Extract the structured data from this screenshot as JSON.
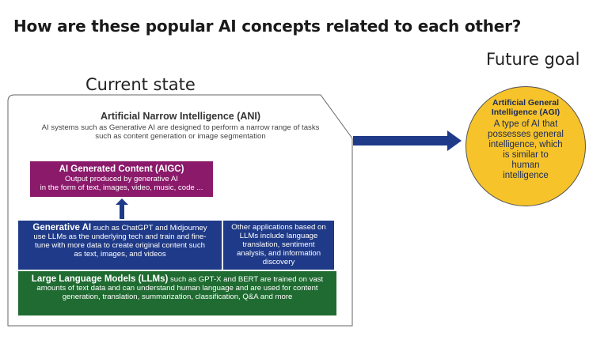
{
  "title": "How are these popular AI concepts related to each other?",
  "current_label": "Current state",
  "future_label": "Future goal",
  "ani": {
    "heading": "Artificial Narrow Intelligence (ANI)",
    "desc_line1": "AI systems such as Generative AI are designed to perform a narrow range of tasks",
    "desc_line2": "such as content generation or image segmentation"
  },
  "aigc": {
    "heading": "AI Generated Content (AIGC)",
    "line1": "Output produced by generative AI",
    "line2": "in the form of text, images, video, music, code ..."
  },
  "genai": {
    "bold": "Generative AI",
    "line1": " such as ChatGPT and Midjourney",
    "line2": "use LLMs as the underlying tech and train and fine-",
    "line3": "tune with more data to create original content such",
    "line4": "as text, images, and videos"
  },
  "other": {
    "line1": "Other applications based on",
    "line2": "LLMs include language",
    "line3": "translation, sentiment",
    "line4": "analysis, and information",
    "line5": "discovery"
  },
  "llm": {
    "bold": "Large Language Models (LLMs)",
    "line1": " such as GPT-X and BERT are trained on vast",
    "line2": "amounts of text data and can understand human language and are used for content",
    "line3": "generation, translation, summarization, classification, Q&A and more"
  },
  "agi": {
    "heading1": "Artificial General",
    "heading2": "Intelligence (AGI)",
    "d1": "A type of AI that",
    "d2": "possesses general",
    "d3": "intelligence, which",
    "d4": "is similar to",
    "d5": "human",
    "d6": "intelligence"
  },
  "colors": {
    "aigc": "#8b1a6b",
    "genai": "#1f3a88",
    "llm": "#1f6b31",
    "agi": "#f6c32a",
    "arrow": "#1f3a88"
  }
}
